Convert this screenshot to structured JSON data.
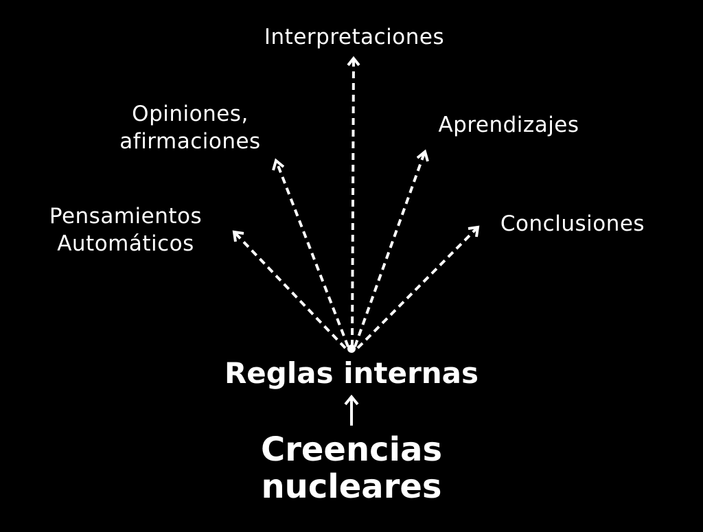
{
  "diagram": {
    "colors": {
      "background": "#000000",
      "foreground": "#ffffff"
    },
    "outcomes": {
      "interpretaciones": "Interpretaciones",
      "opiniones_line1": "Opiniones,",
      "opiniones_line2": "afirmaciones",
      "aprendizajes": "Aprendizajes",
      "pensamientos_line1": "Pensamientos",
      "pensamientos_line2": "Automáticos",
      "conclusiones": "Conclusiones"
    },
    "reglas": "Reglas internas",
    "creencias_line1": "Creencias",
    "creencias_line2": "nucleares"
  }
}
